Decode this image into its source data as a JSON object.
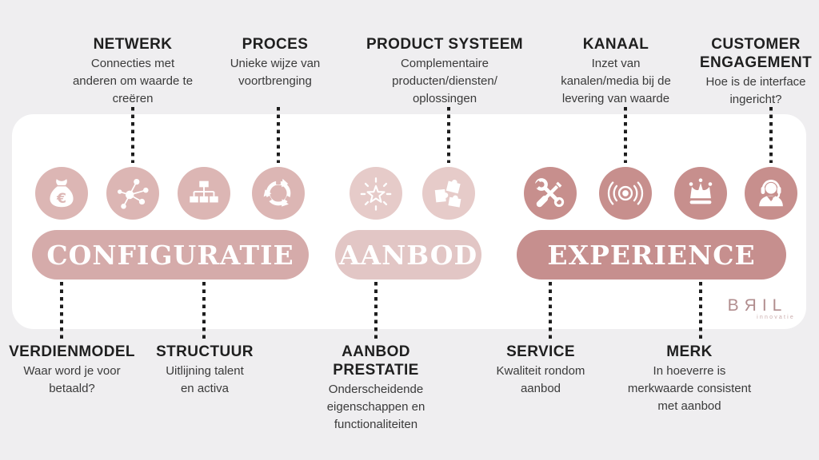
{
  "page": {
    "background": "#efeef0",
    "panel_background": "#ffffff",
    "connector_color": "#1d1d1d"
  },
  "top_labels": [
    {
      "title": "NETWERK",
      "desc": "Connecties met\nanderen om waarde te\ncreëren"
    },
    {
      "title": "PROCES",
      "desc": "Unieke wijze van\nvoortbrenging"
    },
    {
      "title": "PRODUCT SYSTEEM",
      "desc": "Complementaire\nproducten/diensten/\noplossingen"
    },
    {
      "title": "KANAAL",
      "desc": "Inzet van\nkanalen/media bij de\nlevering van waarde"
    },
    {
      "title": "CUSTOMER\nENGAGEMENT",
      "desc": "Hoe is de interface\ningericht?"
    }
  ],
  "groups": [
    {
      "label": "CONFIGURATIE",
      "pill_color": "#d5abaa",
      "icon_color": "#dcb6b4",
      "icons": [
        "money-bag-euro",
        "network-nodes",
        "hierarchy",
        "cycle-arrows"
      ]
    },
    {
      "label": "AANBOD",
      "pill_color": "#e2c6c5",
      "icon_color": "#e6cbc9",
      "icons": [
        "star-burst",
        "puzzle-pieces"
      ]
    },
    {
      "label": "EXPERIENCE",
      "pill_color": "#c68f8e",
      "icon_color": "#c78f8d",
      "icons": [
        "tools",
        "signal-waves",
        "crown",
        "support-agent"
      ]
    }
  ],
  "bottom_labels": [
    {
      "title": "VERDIENMODEL",
      "desc": "Waar word je voor\nbetaald?"
    },
    {
      "title": "STRUCTUUR",
      "desc": "Uitlijning talent\nen activa"
    },
    {
      "title": "AANBOD\nPRESTATIE",
      "desc": "Onderscheidende\neigenschappen en\nfunctionaliteiten"
    },
    {
      "title": "SERVICE",
      "desc": "Kwaliteit rondom\naanbod"
    },
    {
      "title": "MERK",
      "desc": "In hoeverre is\nmerkwaarde consistent\nmet aanbod"
    }
  ],
  "logo": {
    "text": "BЯIL",
    "subtext": "innovatie",
    "color": "#b18d8e",
    "subtext_color": "#cbaeae"
  }
}
